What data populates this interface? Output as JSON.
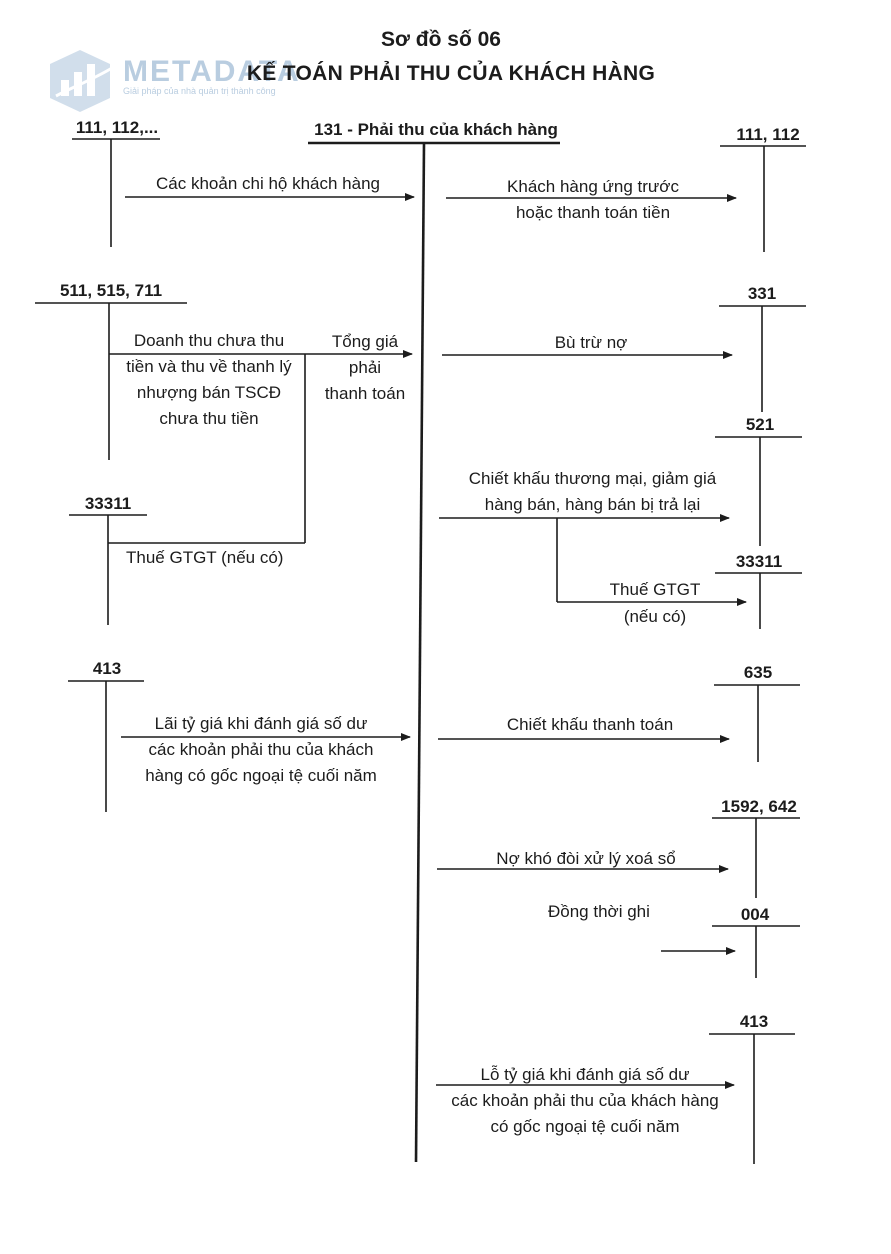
{
  "watermark": {
    "word": "METADATA",
    "tagline": "Giải pháp của nhà quản trị thành công",
    "color": "#b9cde0",
    "icon": "bar-chart-logo-icon"
  },
  "title": {
    "line1": "Sơ đồ số 06",
    "line2": "KẾ TOÁN PHẢI THU CỦA KHÁCH HÀNG"
  },
  "accounts": {
    "a111_112_etc": "111, 112,...",
    "a131": "131 - Phải thu của khách hàng",
    "a111_112": "111, 112",
    "a511": "511, 515, 711",
    "a331": "331",
    "a521": "521",
    "a33311_left": "33311",
    "a33311_right": "33311",
    "a413_left": "413",
    "a635": "635",
    "a1592": "1592, 642",
    "a004": "004",
    "a413_right": "413"
  },
  "flows": {
    "chi_ho": "Các khoản chi hộ khách hàng",
    "ung_truoc_1": "Khách hàng ứng trước",
    "ung_truoc_2": "hoặc thanh toán tiền",
    "doanh_thu_1": "Doanh thu chưa thu",
    "doanh_thu_2": "tiền và thu về thanh lý",
    "doanh_thu_3": "nhượng bán TSCĐ",
    "doanh_thu_4": "chưa thu tiền",
    "tong_gia_1": "Tổng giá",
    "tong_gia_2": "phải",
    "tong_gia_3": "thanh toán",
    "bu_tru": "Bù trừ nợ",
    "chiet_khau_tm_1": "Chiết khấu thương mại, giảm giá",
    "chiet_khau_tm_2": "hàng bán, hàng bán bị trả lại",
    "thue_left": "Thuế GTGT (nếu có)",
    "thue_right_1": "Thuế GTGT",
    "thue_right_2": "(nếu có)",
    "lai_ty_gia_1": "Lãi tỷ giá khi đánh giá số dư",
    "lai_ty_gia_2": "các khoản phải thu của khách",
    "lai_ty_gia_3": "hàng có gốc ngoại tệ cuối năm",
    "chiet_khau_tt": "Chiết khấu thanh toán",
    "no_kho_doi": "Nợ khó đòi xử lý xoá sổ",
    "dong_thoi": "Đồng thời ghi",
    "lo_ty_gia_1": "Lỗ tỷ giá khi đánh giá số dư",
    "lo_ty_gia_2": "các khoản phải thu của khách hàng",
    "lo_ty_gia_3": "có gốc ngoại tệ cuối năm"
  }
}
